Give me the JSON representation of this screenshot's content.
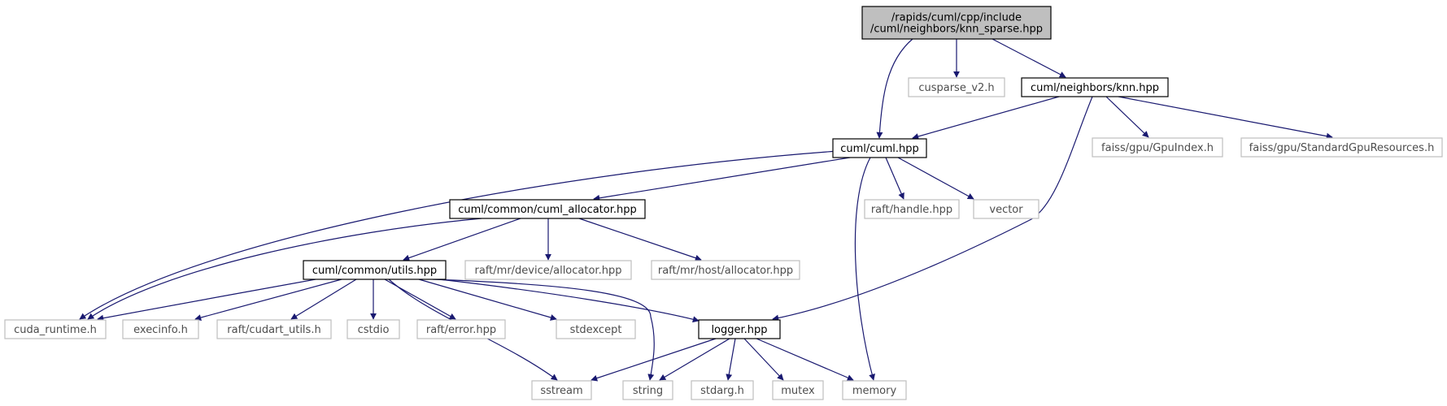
{
  "graph": {
    "nodes": {
      "root": {
        "lines": [
          "/rapids/cuml/cpp/include",
          "/cuml/neighbors/knn_sparse.hpp"
        ],
        "kind": "main"
      },
      "cusparse": {
        "lines": [
          "cusparse_v2.h"
        ],
        "kind": "external"
      },
      "knn": {
        "lines": [
          "cuml/neighbors/knn.hpp"
        ],
        "kind": "internal"
      },
      "cuml": {
        "lines": [
          "cuml/cuml.hpp"
        ],
        "kind": "internal"
      },
      "gpuindex": {
        "lines": [
          "faiss/gpu/GpuIndex.h"
        ],
        "kind": "external"
      },
      "stdgpures": {
        "lines": [
          "faiss/gpu/StandardGpuResources.h"
        ],
        "kind": "external"
      },
      "allocator": {
        "lines": [
          "cuml/common/cuml_allocator.hpp"
        ],
        "kind": "internal"
      },
      "handle": {
        "lines": [
          "raft/handle.hpp"
        ],
        "kind": "external"
      },
      "vector": {
        "lines": [
          "vector"
        ],
        "kind": "external"
      },
      "utils": {
        "lines": [
          "cuml/common/utils.hpp"
        ],
        "kind": "internal"
      },
      "devalloc": {
        "lines": [
          "raft/mr/device/allocator.hpp"
        ],
        "kind": "external"
      },
      "hostalloc": {
        "lines": [
          "raft/mr/host/allocator.hpp"
        ],
        "kind": "external"
      },
      "cudart": {
        "lines": [
          "cuda_runtime.h"
        ],
        "kind": "external"
      },
      "execinfo": {
        "lines": [
          "execinfo.h"
        ],
        "kind": "external"
      },
      "cudartutils": {
        "lines": [
          "raft/cudart_utils.h"
        ],
        "kind": "external"
      },
      "cstdio": {
        "lines": [
          "cstdio"
        ],
        "kind": "external"
      },
      "rafterror": {
        "lines": [
          "raft/error.hpp"
        ],
        "kind": "external"
      },
      "stdexcept": {
        "lines": [
          "stdexcept"
        ],
        "kind": "external"
      },
      "logger": {
        "lines": [
          "logger.hpp"
        ],
        "kind": "internal"
      },
      "sstream": {
        "lines": [
          "sstream"
        ],
        "kind": "external"
      },
      "string": {
        "lines": [
          "string"
        ],
        "kind": "external"
      },
      "stdarg": {
        "lines": [
          "stdarg.h"
        ],
        "kind": "external"
      },
      "mutex": {
        "lines": [
          "mutex"
        ],
        "kind": "external"
      },
      "memory": {
        "lines": [
          "memory"
        ],
        "kind": "external"
      }
    },
    "edges": [
      [
        "root",
        "cuml"
      ],
      [
        "root",
        "cusparse"
      ],
      [
        "root",
        "knn"
      ],
      [
        "knn",
        "cuml"
      ],
      [
        "knn",
        "logger"
      ],
      [
        "knn",
        "gpuindex"
      ],
      [
        "knn",
        "stdgpures"
      ],
      [
        "cuml",
        "allocator"
      ],
      [
        "cuml",
        "cudart"
      ],
      [
        "cuml",
        "handle"
      ],
      [
        "cuml",
        "vector"
      ],
      [
        "cuml",
        "memory"
      ],
      [
        "allocator",
        "utils"
      ],
      [
        "allocator",
        "cudart"
      ],
      [
        "allocator",
        "devalloc"
      ],
      [
        "allocator",
        "hostalloc"
      ],
      [
        "utils",
        "cudart"
      ],
      [
        "utils",
        "execinfo"
      ],
      [
        "utils",
        "cudartutils"
      ],
      [
        "utils",
        "cstdio"
      ],
      [
        "utils",
        "rafterror"
      ],
      [
        "utils",
        "stdexcept"
      ],
      [
        "utils",
        "logger"
      ],
      [
        "utils",
        "sstream"
      ],
      [
        "utils",
        "string"
      ],
      [
        "logger",
        "sstream"
      ],
      [
        "logger",
        "string"
      ],
      [
        "logger",
        "stdarg"
      ],
      [
        "logger",
        "mutex"
      ],
      [
        "logger",
        "memory"
      ]
    ]
  }
}
